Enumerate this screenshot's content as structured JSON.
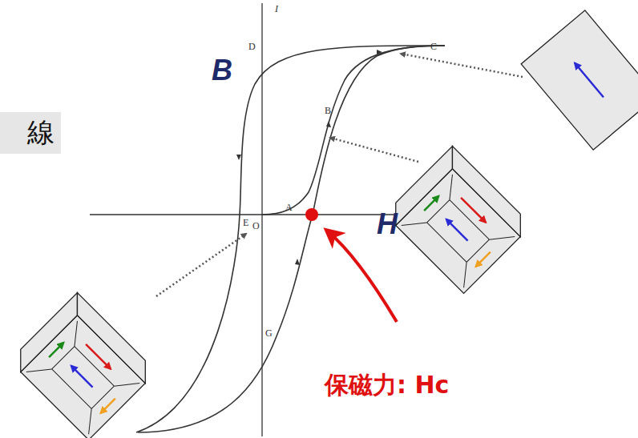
{
  "diagram": {
    "nodes": [
      {
        "text": [
          "線"
        ]
      }
    ],
    "labels": [
      "B",
      "I",
      "C",
      "D",
      "B",
      "E",
      "O",
      "A",
      "H",
      "G",
      "保磁力: Hc"
    ]
  }
}
